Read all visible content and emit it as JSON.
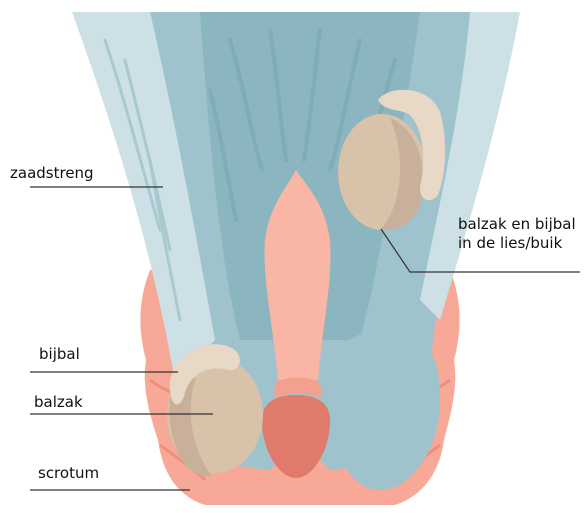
{
  "labels": {
    "zaadstreng": "zaadstreng",
    "bijbal": "bijbal",
    "balzak": "balzak",
    "scrotum": "scrotum",
    "undescended_line1": "balzak en bijbal",
    "undescended_line2": "in de lies/buik"
  },
  "colors": {
    "skin": "#f7a897",
    "skin_dark": "#ee8f7e",
    "penis": "#f9b6a4",
    "glans": "#e07a6a",
    "cord_light": "#cde0e6",
    "cord_mid": "#9fc3cc",
    "cord_dark": "#7aaab4",
    "testis": "#d9c2aa",
    "testis_shadow": "#c9b09a",
    "epididymis": "#e8d8c6",
    "leader_line": "#333333"
  }
}
